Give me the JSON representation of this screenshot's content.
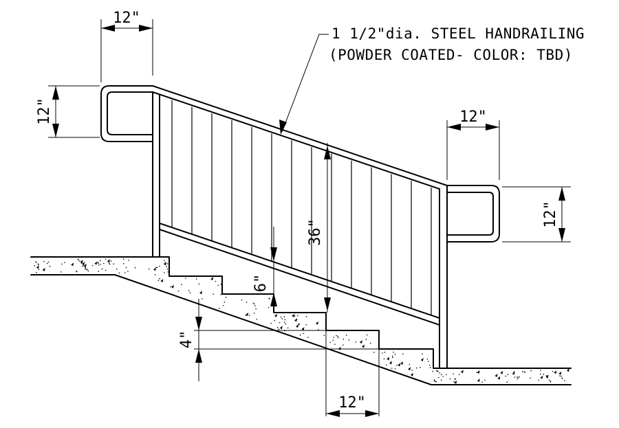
{
  "note": {
    "line1": "1 1/2\"dia. STEEL HANDRAILING",
    "line2": "(POWDER COATED- COLOR: TBD)"
  },
  "dimensions": {
    "top_rail_extension_width": "12\"",
    "top_rail_extension_height": "12\"",
    "bottom_rail_extension_width": "12\"",
    "bottom_rail_extension_height": "12\"",
    "rail_height": "36\"",
    "bottom_rail_clearance": "6\"",
    "step_riser": "4\"",
    "step_tread": "12\""
  }
}
